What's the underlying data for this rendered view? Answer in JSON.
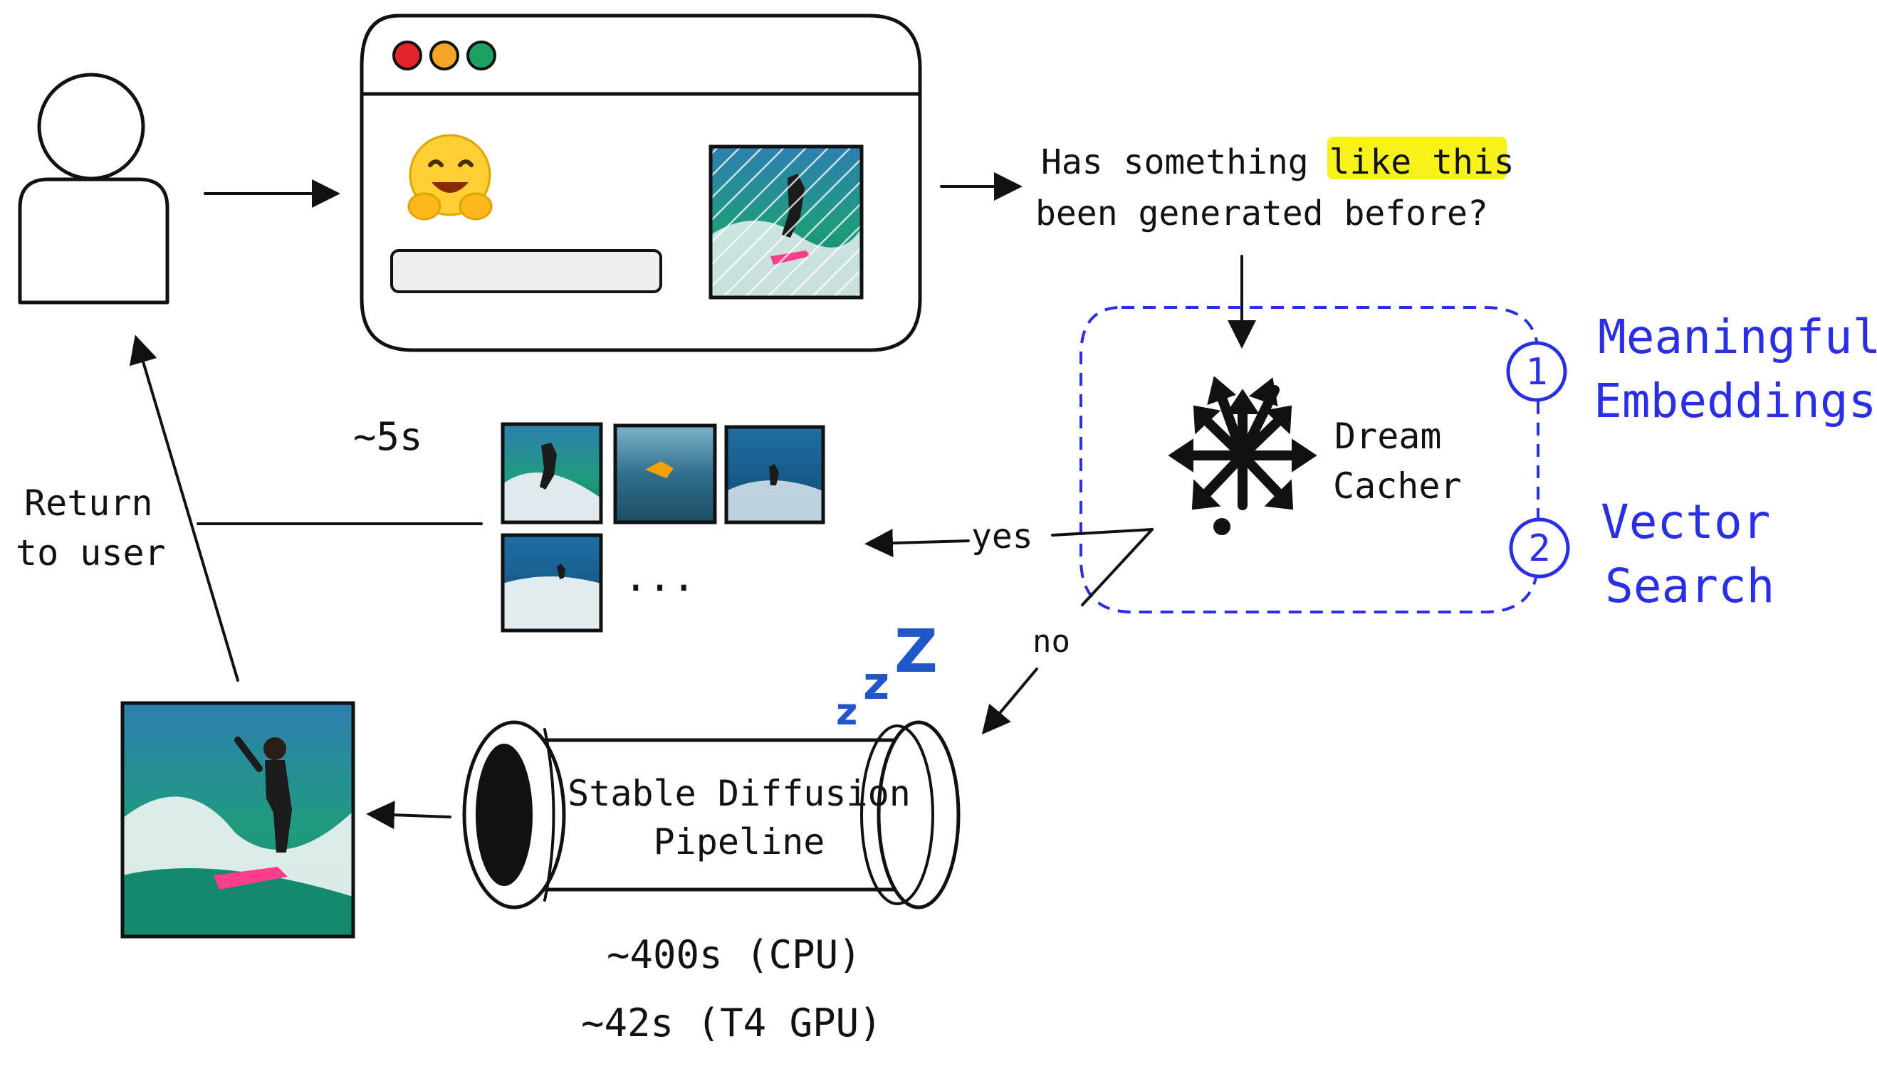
{
  "question": {
    "line1_prefix": "Has something ",
    "line1_highlight": "like this",
    "line2": "been generated before?",
    "highlight_color": "#f7f31a"
  },
  "user_label": {
    "line1": "Return",
    "line2": "to user"
  },
  "cache_time": "~5s",
  "cache_more": "...",
  "branch_yes": "yes",
  "branch_no": "no",
  "cacher": {
    "line1": "Dream",
    "line2": "Cacher"
  },
  "features": [
    {
      "number": "1",
      "line1": "Meaningful",
      "line2": "Embeddings"
    },
    {
      "number": "2",
      "line1": "Vector",
      "line2": "Search"
    }
  ],
  "pipeline": {
    "line1": "Stable Diffusion",
    "line2": "Pipeline"
  },
  "timings": {
    "cpu": "~400s (CPU)",
    "gpu": "~42s (T4 GPU)"
  },
  "sleep_icon_text": "zzZ",
  "colors": {
    "accent_blue": "#2a2ee6",
    "sleep_blue": "#1f57c9",
    "dot_red": "#e3242b",
    "dot_yellow": "#f5a623",
    "dot_green": "#1aa260"
  }
}
